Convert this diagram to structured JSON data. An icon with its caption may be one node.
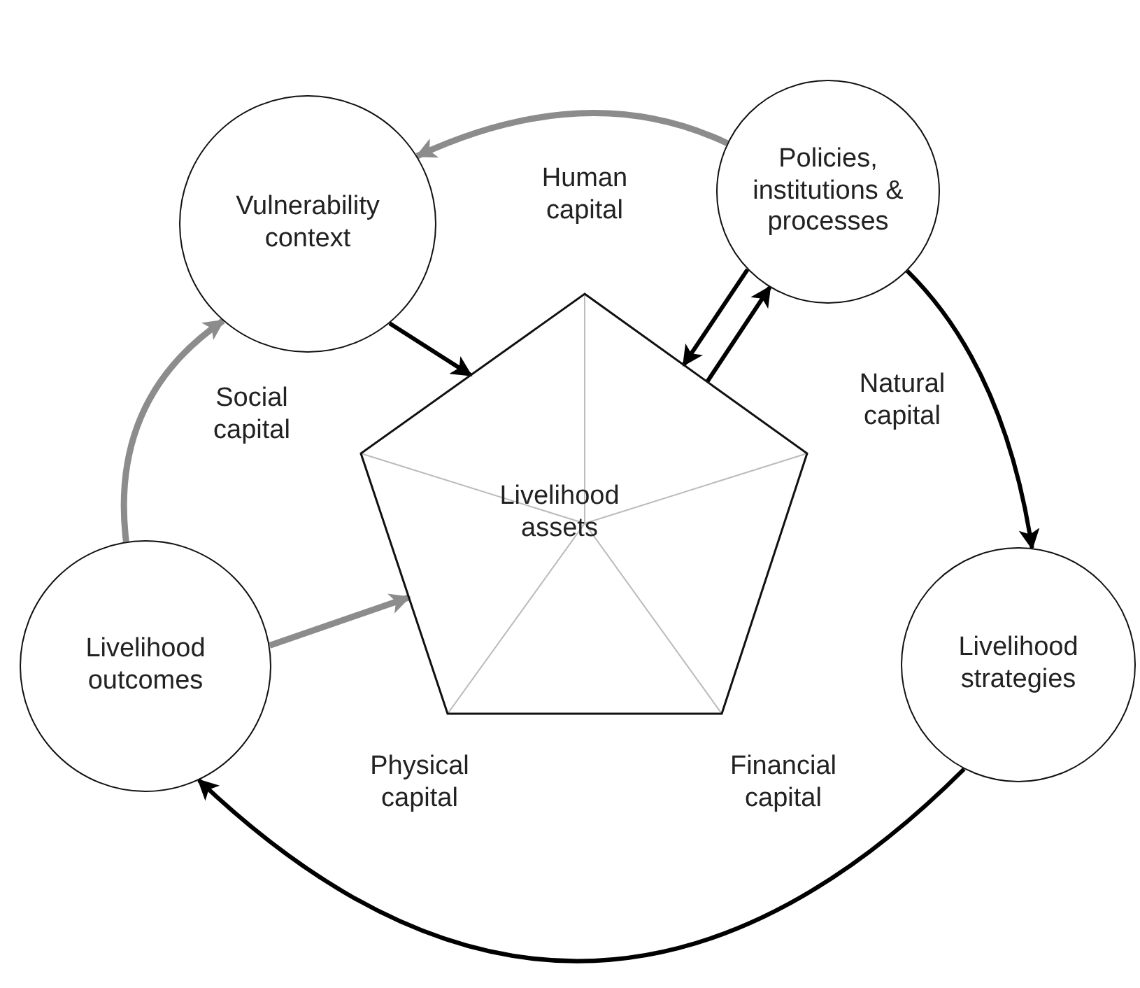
{
  "diagram": {
    "nodes": [
      {
        "text": [
          "Vulnerability context"
        ]
      },
      {
        "text": [
          "Policies, institutions & processes"
        ]
      },
      {
        "text": [
          "Livelihood strategies"
        ]
      },
      {
        "text": [
          "Livelihood outcomes"
        ]
      },
      {
        "text": [
          "Livelihood assets"
        ]
      }
    ],
    "edges": [
      {
        "from": 1,
        "to": 0,
        "arrow": "to",
        "color": "#8c8c8c"
      },
      {
        "from": 0,
        "to": 4,
        "arrow": "to"
      },
      {
        "from": 1,
        "to": 4,
        "arrow": "to"
      },
      {
        "from": 4,
        "to": 1,
        "arrow": "to"
      },
      {
        "from": 1,
        "to": 2,
        "arrow": "to"
      },
      {
        "from": 2,
        "to": 3,
        "arrow": "to"
      },
      {
        "from": 3,
        "to": 0,
        "arrow": "to",
        "color": "#8c8c8c"
      },
      {
        "from": 3,
        "to": 4,
        "arrow": "to",
        "color": "#8c8c8c"
      }
    ],
    "labels": [
      "Human capital",
      "Social capital",
      "Natural capital",
      "Physical capital",
      "Financial capital"
    ]
  }
}
